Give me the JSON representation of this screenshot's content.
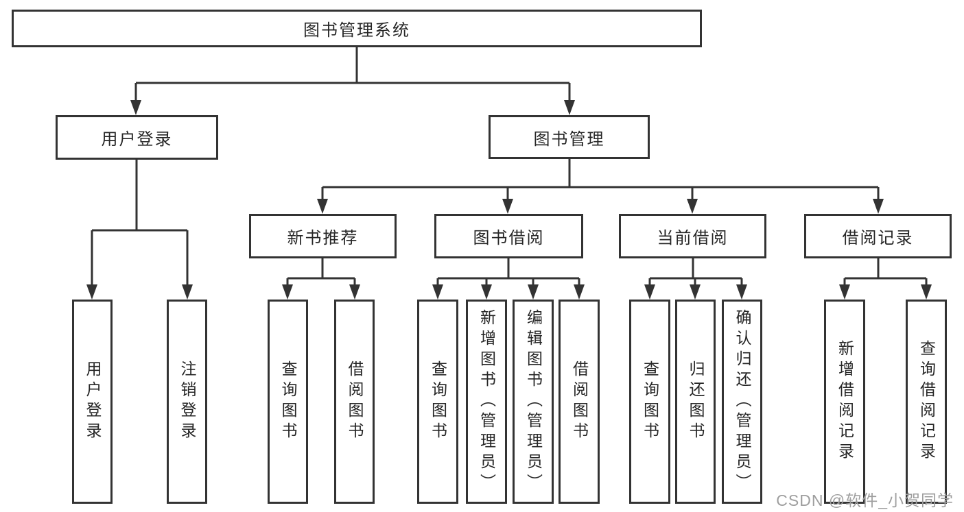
{
  "tree": {
    "label": "图书管理系统",
    "children": [
      {
        "label": "用户登录",
        "children": [
          {
            "label": "用户登录"
          },
          {
            "label": "注销登录"
          }
        ]
      },
      {
        "label": "图书管理",
        "children": [
          {
            "label": "新书推荐",
            "children": [
              {
                "label": "查询图书"
              },
              {
                "label": "借阅图书"
              }
            ]
          },
          {
            "label": "图书借阅",
            "children": [
              {
                "label": "查询图书"
              },
              {
                "label": "新增图书（管理员）"
              },
              {
                "label": "编辑图书（管理员）"
              },
              {
                "label": "借阅图书"
              }
            ]
          },
          {
            "label": "当前借阅",
            "children": [
              {
                "label": "查询图书"
              },
              {
                "label": "归还图书"
              },
              {
                "label": "确认归还（管理员）"
              }
            ]
          },
          {
            "label": "借阅记录",
            "children": [
              {
                "label": "新增借阅记录"
              },
              {
                "label": "查询借阅记录"
              }
            ]
          }
        ]
      }
    ]
  },
  "watermark": "CSDN @软件_小贺同学",
  "colors": {
    "line": "#333333",
    "ink": "#262626",
    "background": "#ffffff",
    "watermark": "#9e9e9e"
  }
}
